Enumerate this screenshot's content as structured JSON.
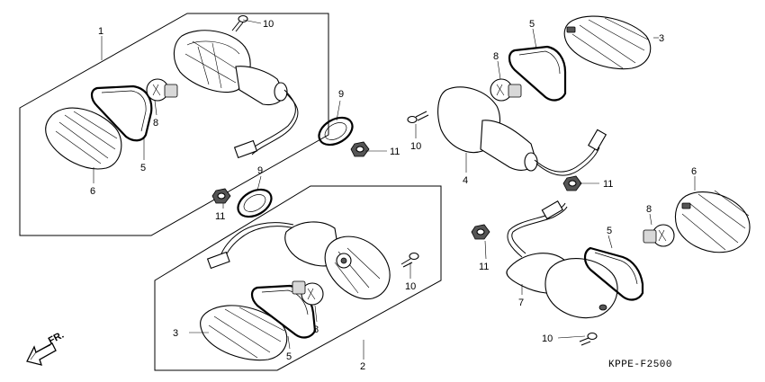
{
  "diagram": {
    "part_numbers": {
      "p1": "1",
      "p2": "2",
      "p3a": "3",
      "p3b": "3",
      "p4": "4",
      "p5a": "5",
      "p5b": "5",
      "p5c": "5",
      "p5d": "5",
      "p6a": "6",
      "p6b": "6",
      "p7": "7",
      "p8a": "8",
      "p8b": "8",
      "p8c": "8",
      "p8d": "8",
      "p9a": "9",
      "p9b": "9",
      "p10a": "10",
      "p10b": "10",
      "p10c": "10",
      "p10d": "10",
      "p11a": "11",
      "p11b": "11",
      "p11c": "11",
      "p11d": "11"
    },
    "direction_label": "FR.",
    "diagram_code": "KPPE-F2500"
  }
}
